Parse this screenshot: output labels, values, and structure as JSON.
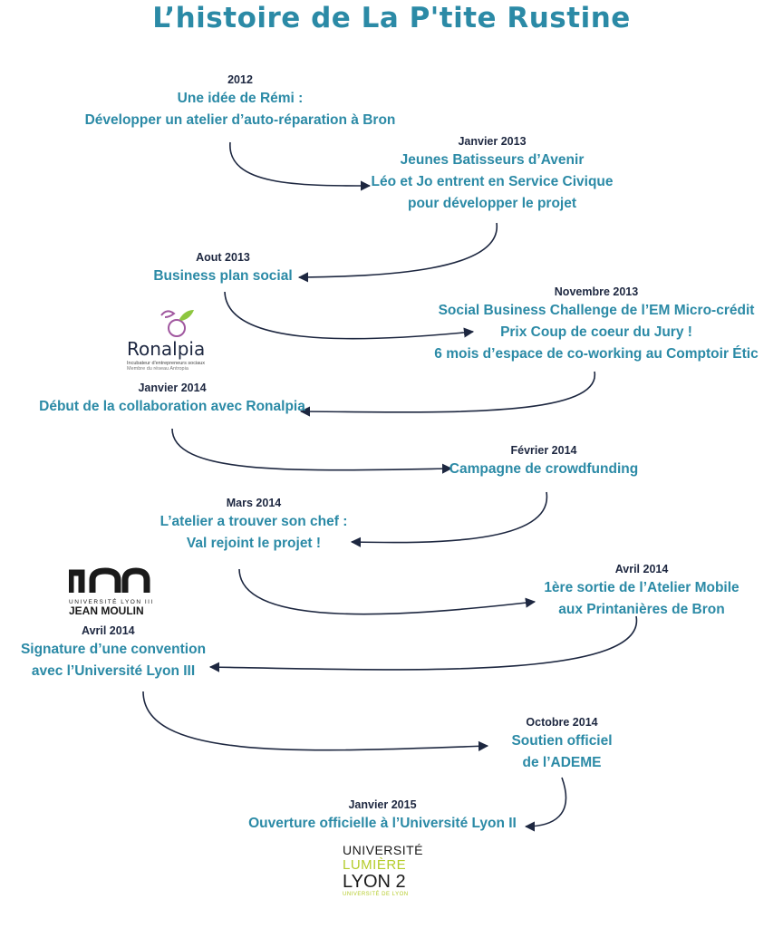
{
  "title": "L’histoire de La P'tite Rustine",
  "colors": {
    "teal": "#2b8aa6",
    "navy": "#1d2740",
    "purple": "#a0579f",
    "green": "#8dc63f",
    "lime": "#b5cc2a"
  },
  "events": [
    {
      "date": "2012",
      "lines": [
        "Une idée de Rémi :",
        "Développer un atelier d’auto-réparation à Bron"
      ]
    },
    {
      "date": "Janvier 2013",
      "lines": [
        "Jeunes Batisseurs d’Avenir",
        "Léo et Jo entrent en Service Civique",
        "pour développer le projet"
      ]
    },
    {
      "date": "Aout 2013",
      "lines": [
        "Business plan social"
      ]
    },
    {
      "date": "Novembre 2013",
      "lines": [
        "Social Business Challenge de l’EM Micro-crédit",
        "Prix Coup de coeur du Jury !",
        "6 mois d’espace de co-working au Comptoir Étic"
      ]
    },
    {
      "date": "Janvier 2014",
      "lines": [
        "Début de la collaboration avec Ronalpia"
      ]
    },
    {
      "date": "Février 2014",
      "lines": [
        "Campagne de crowdfunding"
      ]
    },
    {
      "date": "Mars 2014",
      "lines": [
        "L’atelier a trouver son chef :",
        "Val rejoint le projet !"
      ]
    },
    {
      "date": "Avril 2014",
      "lines": [
        "1ère sortie de l’Atelier Mobile",
        "aux Printanières de Bron"
      ]
    },
    {
      "date": "Avril 2014",
      "lines": [
        "Signature d’une convention",
        "avec l’Université Lyon III"
      ]
    },
    {
      "date": "Octobre 2014",
      "lines": [
        "Soutien officiel",
        "de l’ADEME"
      ]
    },
    {
      "date": "Janvier 2015",
      "lines": [
        "Ouverture officielle à l’Université Lyon II"
      ]
    }
  ],
  "logos": {
    "ronalpia": {
      "name": "Ronalpia",
      "tagline1": "Incubateur d'entrepreneurs sociaux",
      "tagline2": "Membre du réseau Antropia"
    },
    "lyon3": {
      "line1": "UNIVERSITÉ LYON III",
      "line2": "JEAN MOULIN"
    },
    "lyon2": {
      "line1": "UNIVERSITÉ",
      "line2": "LUMIÈRE",
      "line3": "LYON 2",
      "line4": "UNIVERSITÉ DE LYON"
    }
  }
}
